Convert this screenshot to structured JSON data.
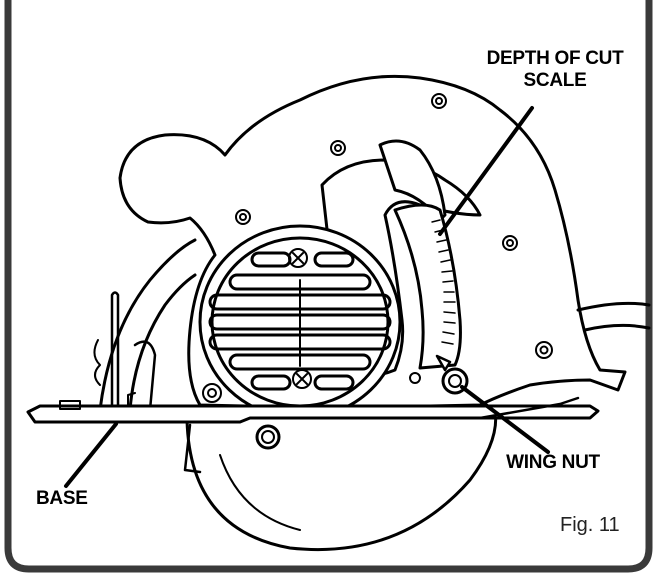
{
  "labels": {
    "depth_of_cut_line1": "DEPTH OF CUT",
    "depth_of_cut_line2": "SCALE",
    "wing_nut": "WING NUT",
    "base": "BASE"
  },
  "caption": "Fig. 11",
  "colors": {
    "ink": "#000000",
    "paper": "#ffffff",
    "frame": "#3a3a3a"
  }
}
